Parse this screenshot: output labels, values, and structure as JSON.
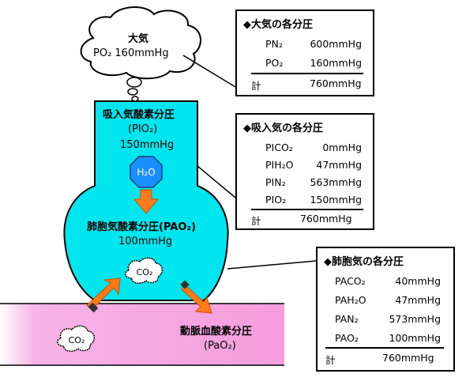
{
  "atmosphere": {
    "title": "大気",
    "value": "PO₂ 160mmHg"
  },
  "inspired": {
    "title": "吸入気酸素分圧",
    "symbol": "(PIO₂)",
    "value": "150mmHg",
    "water": "H₂O"
  },
  "alveolar": {
    "title": "肺胞気酸素分圧(PAO₂)",
    "value": "100mmHg",
    "co2": "CO₂"
  },
  "artery": {
    "title": "動脈血酸素分圧",
    "symbol": "(PaO₂)",
    "co2": "CO₂"
  },
  "box_atmosphere": {
    "title": "◆大気の各分圧",
    "rows": [
      {
        "k": "PN₂",
        "v": "600mmHg"
      },
      {
        "k": "PO₂",
        "v": "160mmHg"
      }
    ],
    "sum_label": "計",
    "sum_value": "760mmHg"
  },
  "box_inspired": {
    "title": "◆吸入気の各分圧",
    "rows": [
      {
        "k": "PICO₂",
        "v": "0mmHg"
      },
      {
        "k": "PIH₂O",
        "v": "47mmHg"
      },
      {
        "k": "PIN₂",
        "v": "563mmHg"
      },
      {
        "k": "PIO₂",
        "v": "150mmHg"
      }
    ],
    "sum_label": "計",
    "sum_value": "760mmHg"
  },
  "box_alveolar": {
    "title": "◆肺胞気の各分圧",
    "rows": [
      {
        "k": "PACO₂",
        "v": "40mmHg"
      },
      {
        "k": "PAH₂O",
        "v": "47mmHg"
      },
      {
        "k": "PAN₂",
        "v": "573mmHg"
      },
      {
        "k": "PAO₂",
        "v": "100mmHg"
      }
    ],
    "sum_label": "計",
    "sum_value": "760mmHg"
  },
  "colors": {
    "airway": "#00e5ee",
    "blood": "#f7a8e0",
    "arrow": "#ff7a1a",
    "hexagon": "#1a8fff"
  }
}
